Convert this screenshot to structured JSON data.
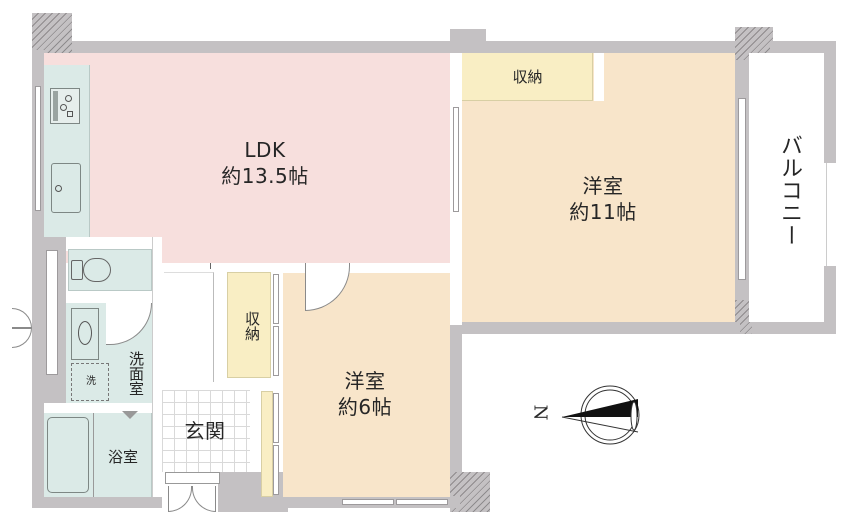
{
  "floorplan": {
    "rooms": {
      "ldk": {
        "name": "LDK",
        "size": "約13.5帖"
      },
      "western_large": {
        "name": "洋室",
        "size": "約11帖"
      },
      "western_small": {
        "name": "洋室",
        "size": "約6帖"
      },
      "storage_top": {
        "label": "収納"
      },
      "storage_middle": {
        "label": "収納"
      },
      "washroom": {
        "label": "洗面室"
      },
      "washer": {
        "label": "洗"
      },
      "bathroom": {
        "label": "浴室"
      },
      "entrance": {
        "label": "玄関"
      },
      "balcony": {
        "label": "バルコニー"
      }
    },
    "compass": {
      "label": "N"
    },
    "colors": {
      "wall": "#c4c1c3",
      "ldk_floor": "#f7dfdd",
      "wet_area_floor": "#dbeae7",
      "western_floor": "#f8e5ca",
      "storage_floor": "#f9eec4"
    }
  }
}
